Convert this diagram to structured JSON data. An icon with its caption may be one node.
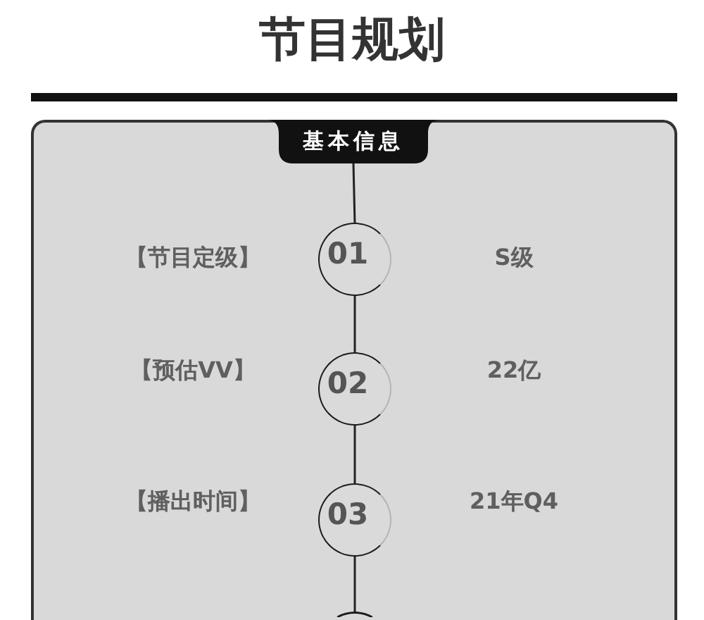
{
  "diagram": {
    "title": "节目规划",
    "nodes": [
      {
        "text": [],
        "shape": "box"
      },
      {
        "text": [
          "基本信息"
        ],
        "in": 0
      },
      {
        "text": [
          "01"
        ],
        "in": 0
      },
      {
        "text": [
          "02"
        ],
        "in": 0
      },
      {
        "text": [
          "03"
        ],
        "in": 0
      },
      {
        "text": [],
        "shape": "circle",
        "in": 0
      }
    ],
    "edges": [
      {
        "from": 1,
        "to": 2,
        "arrow": "none"
      },
      {
        "from": 2,
        "to": 3,
        "arrow": "none"
      },
      {
        "from": 3,
        "to": 4,
        "arrow": "none"
      },
      {
        "from": 4,
        "to": 5,
        "arrow": "none"
      }
    ],
    "labels": [
      "【节目定级】",
      "S级",
      "【预估VV】",
      "22亿",
      "【播出时间】",
      "21年Q4"
    ]
  }
}
